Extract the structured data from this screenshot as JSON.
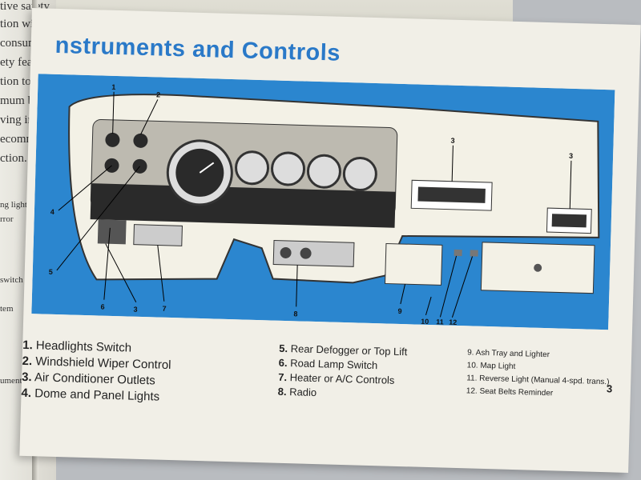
{
  "page": {
    "title": "nstruments and Controls",
    "page_number": "3"
  },
  "left_page_fragments": [
    "tive safety",
    "tion with",
    "consumer",
    "ety features",
    "tion to use",
    "mum benefit",
    "ving index",
    "ecommend",
    "ction.",
    "ng light",
    "rror",
    "switch",
    "tem",
    "ument"
  ],
  "callouts": [
    "1",
    "2",
    "3",
    "3",
    "4",
    "5",
    "6",
    "3",
    "7",
    "8",
    "9",
    "10",
    "11",
    "12"
  ],
  "legend": {
    "col1": [
      {
        "num": "1.",
        "text": "Headlights Switch"
      },
      {
        "num": "2.",
        "text": "Windshield Wiper Control"
      },
      {
        "num": "3.",
        "text": "Air Conditioner Outlets"
      },
      {
        "num": "4.",
        "text": "Dome and Panel Lights"
      }
    ],
    "col2": [
      {
        "num": "5.",
        "text": "Rear Defogger or Top Lift"
      },
      {
        "num": "6.",
        "text": "Road Lamp Switch"
      },
      {
        "num": "7.",
        "text": "Heater or A/C Controls"
      },
      {
        "num": "8.",
        "text": "Radio"
      }
    ],
    "col3": [
      {
        "num": "9.",
        "text": "Ash Tray and Lighter"
      },
      {
        "num": "10.",
        "text": "Map Light"
      },
      {
        "num": "11.",
        "text": "Reverse Light (Manual 4-spd. trans.)"
      },
      {
        "num": "12.",
        "text": "Seat Belts Reminder"
      }
    ]
  },
  "colors": {
    "figure_blue": "#2b86cf",
    "title_blue": "#2a79c8",
    "dash_cream": "#f3f1e6",
    "dash_dark": "#2a2a2a"
  }
}
